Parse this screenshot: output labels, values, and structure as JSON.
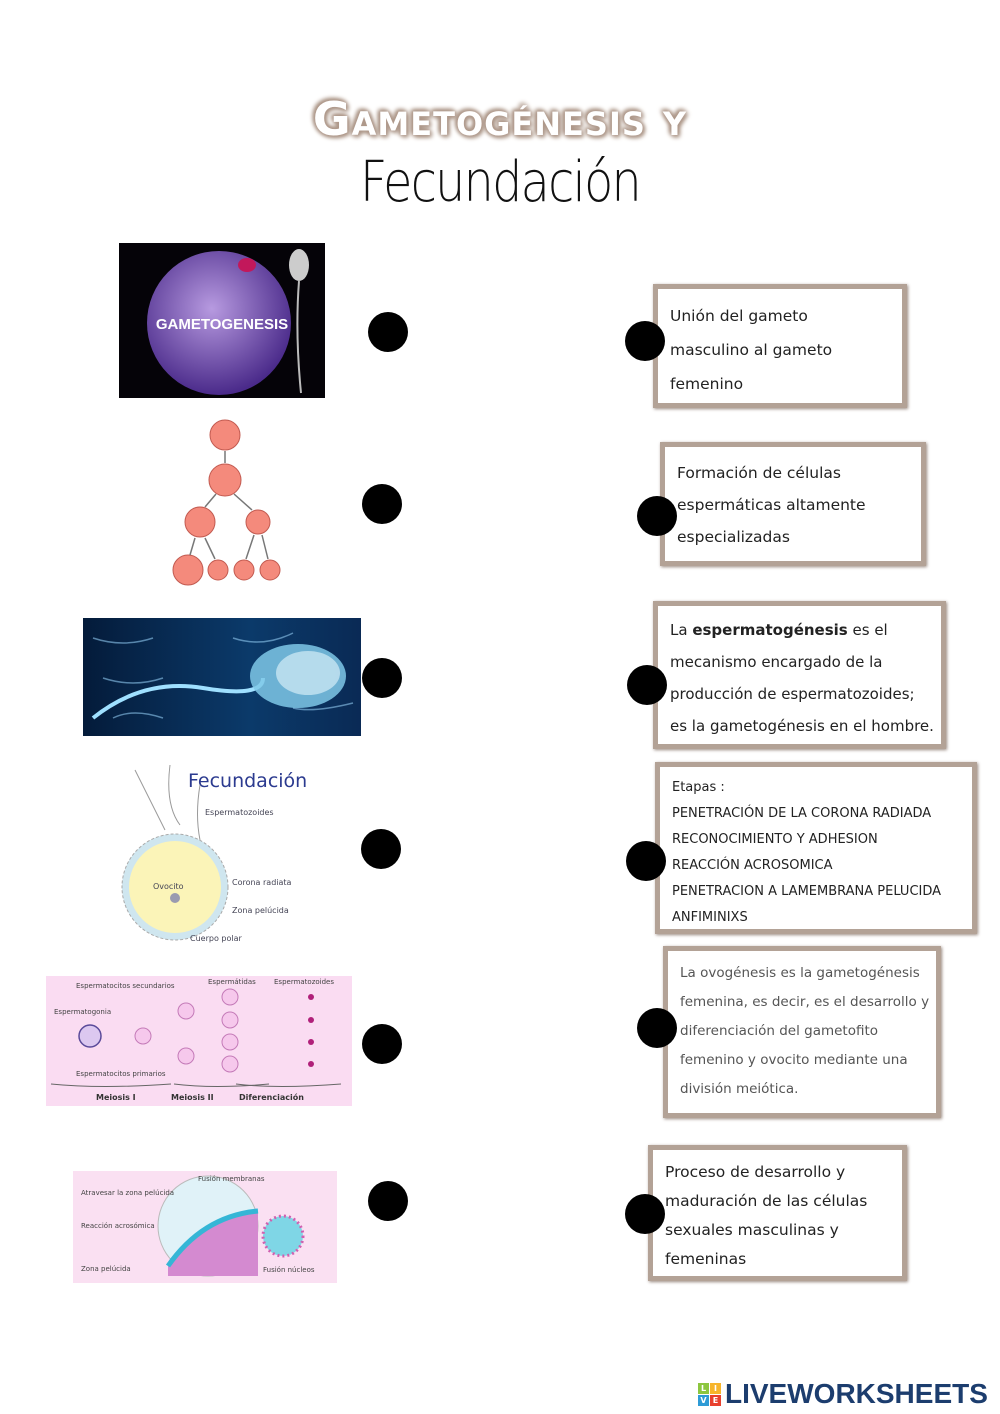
{
  "title": {
    "line1": "Gametogénesis y",
    "line2": "Fecundación"
  },
  "images": {
    "img1": {
      "label": "GAMETOGENESIS"
    },
    "img4": {
      "title": "Fecundación",
      "labels": [
        "Espermatozoides",
        "Ovocito",
        "Corona radiata",
        "Zona pelúcida",
        "Cuerpo polar"
      ]
    },
    "img5": {
      "labels": [
        "Espermatocitos secundarios",
        "Espermátidas",
        "Espermatozoides",
        "Espermatogonia",
        "Espermatocitos primarios",
        "Meiosis I",
        "Meiosis II",
        "Diferenciación"
      ]
    },
    "img6": {
      "labels": [
        "Fusión membranas",
        "Atravesar la zona pelúcida",
        "Reacción acrosómica",
        "Zona pelúcida",
        "Fusión núcleos"
      ]
    }
  },
  "boxes": [
    {
      "lines": [
        "Unión del gameto",
        "masculino al gameto",
        "femenino"
      ]
    },
    {
      "lines": [
        "Formación de células",
        "espermáticas altamente",
        "especializadas"
      ]
    },
    {
      "lines_html": [
        "La ",
        "espermatogénesis",
        " es el"
      ],
      "lines": [
        "mecanismo encargado de la",
        "producción de espermatozoides;",
        "es la gametogénesis en el hombre."
      ]
    },
    {
      "lines": [
        "Etapas :",
        "PENETRACIÓN DE LA CORONA RADIADA",
        "RECONOCIMIENTO Y ADHESION",
        "REACCIÓN ACROSOMICA",
        "PENETRACION A LAMEMBRANA PELUCIDA",
        "ANFIMINIXS"
      ]
    },
    {
      "lines": [
        "La ovogénesis es la gametogénesis",
        "femenina, es decir, es el desarrollo y",
        "diferenciación del gametofito",
        "femenino y ovocito mediante una",
        "división meiótica."
      ]
    },
    {
      "lines": [
        "Proceso de desarrollo y",
        "maduración de las células",
        "sexuales masculinas y",
        "femeninas"
      ]
    }
  ],
  "logo": {
    "text": "LIVEWORKSHEETS",
    "letters": [
      "L",
      "I",
      "V",
      "E"
    ]
  },
  "colors": {
    "box_border": "#b3a296",
    "dot": "#000000",
    "logo": "#1c3d6e"
  }
}
